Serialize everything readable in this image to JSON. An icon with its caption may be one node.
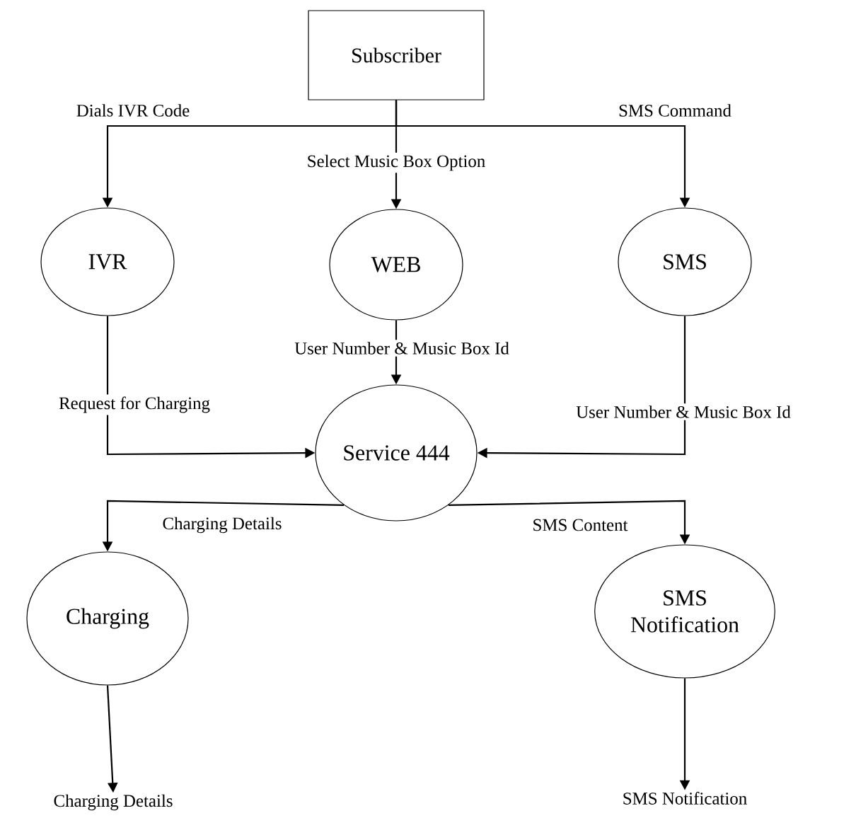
{
  "diagram": {
    "nodes": [
      {
        "text": [
          "Subscriber"
        ]
      },
      {
        "text": [
          "IVR"
        ]
      },
      {
        "text": [
          "WEB"
        ]
      },
      {
        "text": [
          "SMS"
        ]
      },
      {
        "text": [
          "Service 444"
        ]
      },
      {
        "text": [
          "Charging"
        ]
      },
      {
        "text": [
          "SMS Notification"
        ]
      },
      {
        "text": [
          "Charging Details"
        ]
      },
      {
        "text": [
          "SMS Notification"
        ]
      }
    ],
    "edges": [
      {
        "from": 0,
        "to": 1,
        "arrow": "to",
        "label": "Dials IVR Code"
      },
      {
        "from": 0,
        "to": 2,
        "arrow": "to",
        "label": "Select Music Box Option"
      },
      {
        "from": 0,
        "to": 3,
        "arrow": "to",
        "label": "SMS Command"
      },
      {
        "from": 1,
        "to": 4,
        "arrow": "to",
        "label": "Request for Charging"
      },
      {
        "from": 2,
        "to": 4,
        "arrow": "to",
        "label": "User Number & Music Box Id"
      },
      {
        "from": 3,
        "to": 4,
        "arrow": "to",
        "label": "User Number & Music Box Id"
      },
      {
        "from": 4,
        "to": 5,
        "arrow": "to",
        "label": "Charging Details"
      },
      {
        "from": 4,
        "to": 6,
        "arrow": "to",
        "label": "SMS Content"
      },
      {
        "from": 5,
        "to": 7,
        "arrow": "to"
      },
      {
        "from": 6,
        "to": 8,
        "arrow": "to"
      }
    ]
  }
}
